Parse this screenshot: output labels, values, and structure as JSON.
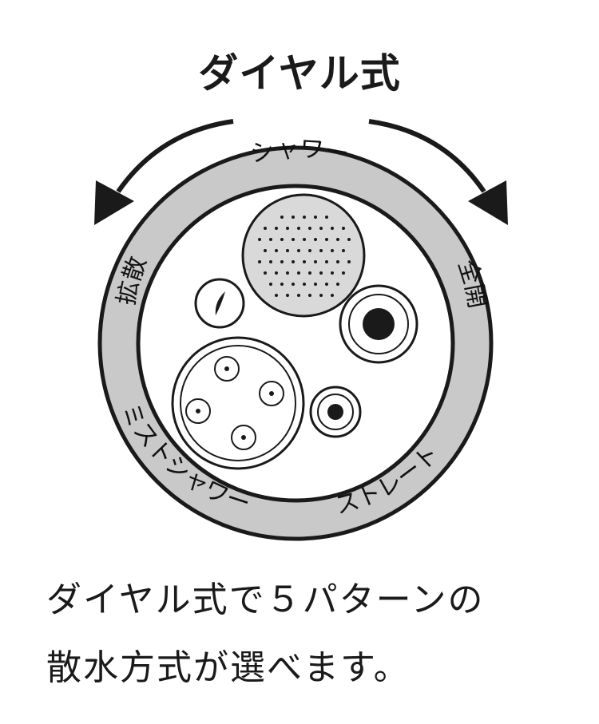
{
  "title": "ダイヤル式",
  "ring_labels": {
    "shower": "シャワー",
    "kakusan": "拡散",
    "zenkai": "全開",
    "straight": "ストレート",
    "mist": "ミストシャワー"
  },
  "caption": {
    "line1": "ダイヤル式で５パターンの",
    "line2": "散水方式が選べます。"
  },
  "colors": {
    "ring_fill": "#c9c9c9",
    "stroke": "#1a1a1a",
    "sprinkler_fill": "#d9d9d9"
  },
  "icons": {
    "left_arrow": "curved-arrow-counterclockwise-icon",
    "right_arrow": "curved-arrow-clockwise-icon"
  }
}
